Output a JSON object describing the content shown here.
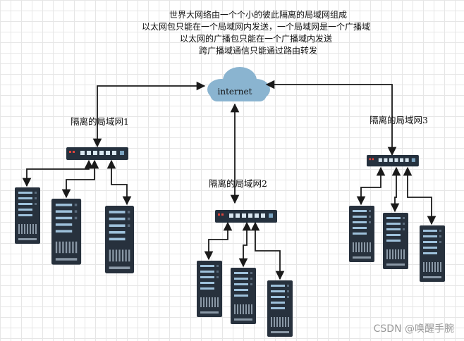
{
  "header": {
    "lines": [
      "世界大网络由一个个小的彼此隔离的局域网组成",
      "以太网包只能在一个局域网内发送，一个局域网是一个广播域",
      "以太网的广播包只能在一个广播域内发送",
      "跨广播域通信只能通过路由转发"
    ]
  },
  "cloud": {
    "label": "internet"
  },
  "lans": [
    {
      "label": "隔离的局域网1"
    },
    {
      "label": "隔离的局域网2"
    },
    {
      "label": "隔离的局域网3"
    }
  ],
  "watermark": "CSDN @唤醒手腕",
  "colors": {
    "cloud": "#8ab4d0",
    "switch": "#25313e",
    "server": "#27313d",
    "arrow": "#1a1a1a"
  }
}
